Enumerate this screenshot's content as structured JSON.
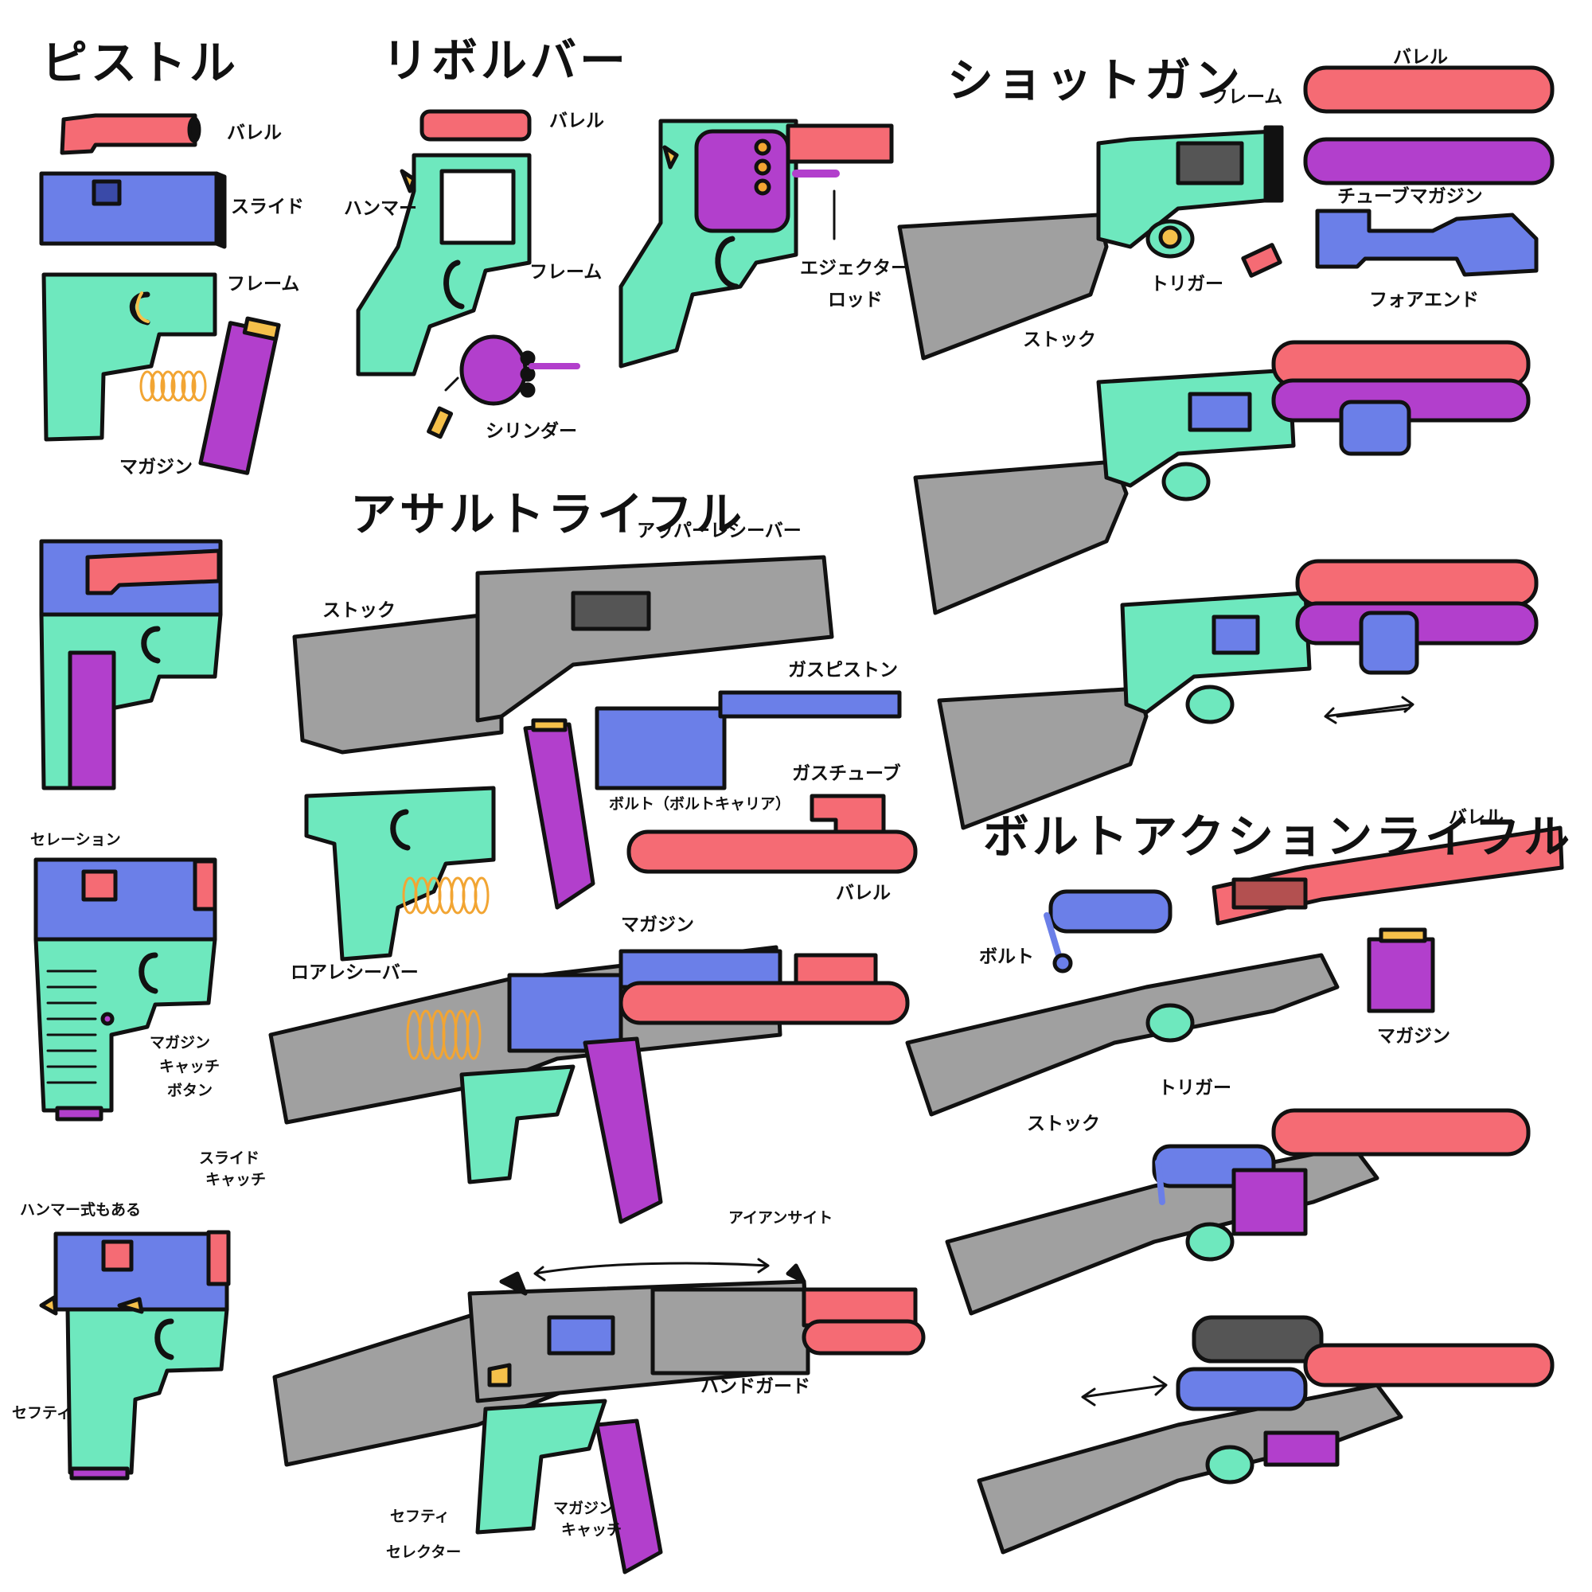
{
  "colors": {
    "frame": "#6ee8be",
    "slide": "#6b7fe8",
    "barrel": "#f56b74",
    "magazine": "#b23fcc",
    "stock": "#a0a0a0",
    "brass": "#f5c04a",
    "spring": "#f2a533",
    "outline": "#111111"
  },
  "sections": {
    "pistol": {
      "title": "ピストル",
      "barrel": "バレル",
      "slide": "スライド",
      "frame": "フレーム",
      "magazine": "マガジン",
      "serration": "セレーション",
      "mag_catch": [
        "マガジン",
        "キャッチ",
        "ボタン"
      ],
      "slide_catch": [
        "スライド",
        "キャッチ"
      ],
      "hammer_note": "ハンマー式もある",
      "safety": "セフティ"
    },
    "revolver": {
      "title": "リボルバー",
      "barrel": "バレル",
      "hammer": "ハンマー",
      "frame": "フレーム",
      "cylinder": "シリンダー",
      "ejector_rod": [
        "エジェクター",
        "ロッド"
      ]
    },
    "shotgun": {
      "title": "ショットガン",
      "frame": "フレーム",
      "barrel": "バレル",
      "tube_magazine": "チューブマガジン",
      "trigger": "トリガー",
      "stock": "ストック",
      "forend": "フォアエンド"
    },
    "assault_rifle": {
      "title": "アサルトライフル",
      "upper_receiver": "アッパーレシーバー",
      "stock": "ストック",
      "gas_piston": "ガスピストン",
      "bolt": "ボルト（ボルトキャリア）",
      "gas_tube": "ガスチューブ",
      "barrel": "バレル",
      "magazine": "マガジン",
      "lower_receiver": "ロアレシーバー",
      "iron_sight": "アイアンサイト",
      "handguard": "ハンドガード",
      "safety": "セフティ",
      "selector": "セレクター",
      "mag_catch": [
        "マガジン",
        "キャッチ"
      ]
    },
    "bolt_action": {
      "title": "ボルトアクションライフル",
      "barrel": "バレル",
      "bolt": "ボルト",
      "stock": "ストック",
      "trigger": "トリガー",
      "magazine": "マガジン"
    }
  }
}
